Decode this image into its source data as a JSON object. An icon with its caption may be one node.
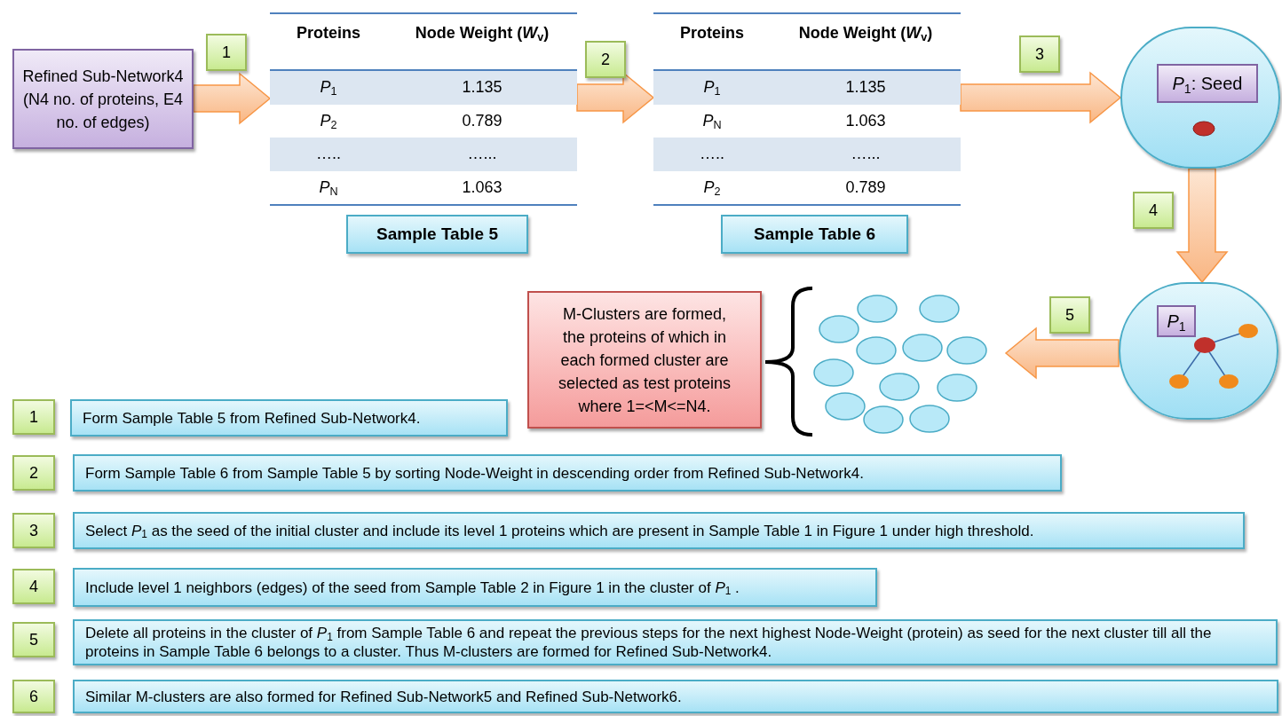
{
  "diagram": {
    "nodes": [
      {
        "text": [
          "Refined Sub-Network4 (N4 no. of proteins, E4 no. of edges)"
        ]
      },
      {
        "text": [
          "Proteins",
          "Node Weight (*W*$_{v}$)",
          "*P*$_{1}$",
          "1.135",
          "*P*$_{2}$",
          "0.789",
          "…..",
          "…...",
          "*P*$_{N}$",
          "1.063"
        ]
      },
      {
        "text": [
          "Sample Table 5"
        ]
      },
      {
        "text": [
          "Proteins",
          "Node Weight (*W*$_{v}$)",
          "*P*$_{1}$",
          "1.135",
          "*P*$_{N}$",
          "1.063",
          "…..",
          "…...",
          "*P*$_{2}$",
          "0.789"
        ]
      },
      {
        "text": [
          "Sample Table 6"
        ]
      },
      {
        "text": [],
        "shape": "circle"
      },
      {
        "text": [
          "*P*$_{1}$: Seed"
        ],
        "in": 5
      },
      {
        "text": [],
        "shape": "circle"
      },
      {
        "text": [
          "*P*$_{1}$"
        ],
        "in": 7
      },
      {
        "text": [
          "M-Clusters are formed, the proteins of which in each formed cluster are selected as test proteins where 1=<M<=N4."
        ]
      },
      {
        "text": [
          "1"
        ]
      },
      {
        "text": [
          "Form Sample Table 5 from Refined Sub-Network4."
        ]
      },
      {
        "text": [
          "2"
        ]
      },
      {
        "text": [
          "Form Sample Table 6 from Sample Table 5 by sorting Node-Weight in descending order from Refined Sub-Network4."
        ]
      },
      {
        "text": [
          "3"
        ]
      },
      {
        "text": [
          "Select *P*$_{1}$ as the seed of the initial cluster and include its level 1 proteins which are present in Sample Table 1 in Figure 1 under high threshold."
        ]
      },
      {
        "text": [
          "4"
        ]
      },
      {
        "text": [
          "Include level 1 neighbors (edges) of the seed from Sample Table 2 in Figure 1 in the cluster of *P*$_{1}$ ."
        ]
      },
      {
        "text": [
          "5"
        ]
      },
      {
        "text": [
          "Delete all proteins in the cluster of *P*$_{1}$ from Sample Table 6 and repeat the previous steps for the next highest Node-Weight (protein) as seed for the next cluster till all the proteins in Sample Table 6 belongs to a cluster. Thus M-clusters are formed for Refined Sub-Network4."
        ]
      },
      {
        "text": [
          "6"
        ]
      },
      {
        "text": [
          "Similar M-clusters are also formed for Refined Sub-Network5 and Refined Sub-Network6."
        ]
      },
      {
        "text": [
          "1"
        ]
      },
      {
        "text": [
          "2"
        ]
      },
      {
        "text": [
          "3"
        ]
      },
      {
        "text": [
          "4"
        ]
      },
      {
        "text": [
          "5"
        ]
      }
    ],
    "edges": [
      {
        "from": 0,
        "to": 1,
        "arrow": "to"
      },
      {
        "from": 1,
        "to": 3,
        "arrow": "to"
      },
      {
        "from": 3,
        "to": 5,
        "arrow": "to"
      },
      {
        "from": 5,
        "to": 7,
        "arrow": "to"
      },
      {
        "from": 7,
        "to": null,
        "arrow": "to"
      }
    ]
  }
}
